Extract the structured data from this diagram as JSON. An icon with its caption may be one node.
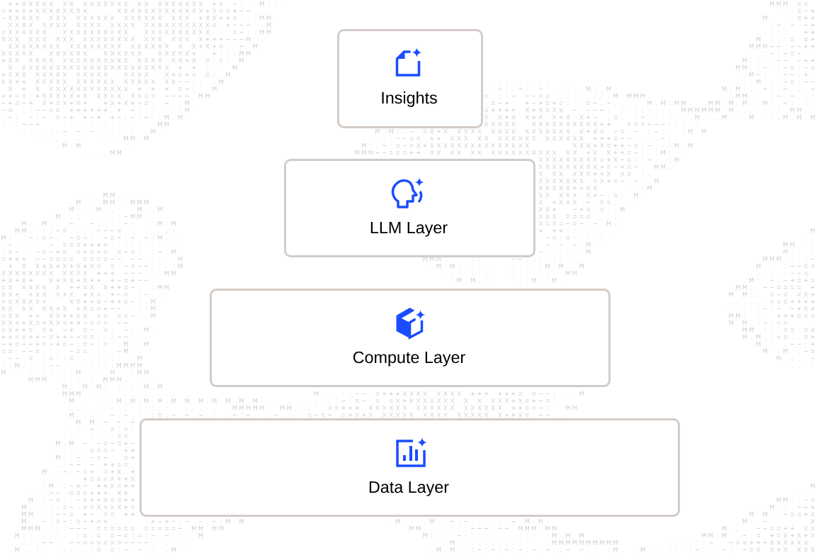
{
  "diagram": {
    "nodes": [
      {
        "text": [
          "Insights"
        ]
      },
      {
        "text": [
          "LLM Layer"
        ]
      },
      {
        "text": [
          "Compute Layer"
        ]
      },
      {
        "text": [
          "Data Layer"
        ]
      }
    ]
  }
}
